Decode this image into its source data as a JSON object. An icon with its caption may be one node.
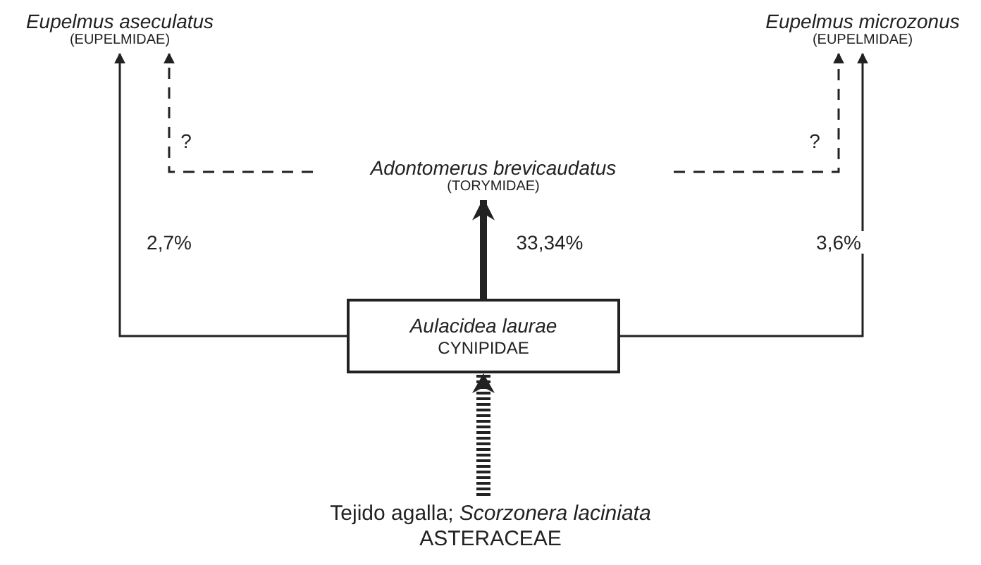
{
  "diagram": {
    "nodes": [
      {
        "text": [
          "Eupelmus aseculatus",
          "(EUPELMIDAE)"
        ]
      },
      {
        "text": [
          "Eupelmus microzonus",
          "(EUPELMIDAE)"
        ]
      },
      {
        "text": [
          "Adontomerus brevicaudatus",
          "(TORYMIDAE)"
        ]
      },
      {
        "text": [
          "Aulacidea laurae",
          "CYNIPIDAE"
        ]
      },
      {
        "text": [
          "Tejido agalla; *Scorzonera laciniata*",
          "ASTERACEAE"
        ]
      }
    ],
    "edges": [
      {
        "from": 3,
        "to": 0,
        "arrow": "to",
        "label": "2,7%"
      },
      {
        "from": 3,
        "to": 1,
        "arrow": "to",
        "label": "3,6%"
      },
      {
        "from": 3,
        "to": 2,
        "arrow": "to",
        "label": "33,34%",
        "style": "thick"
      },
      {
        "from": 4,
        "to": 3,
        "arrow": "to",
        "style": "dashed"
      },
      {
        "from": 2,
        "to": 0,
        "arrow": "to",
        "label": "?",
        "style": "dashed"
      },
      {
        "from": 2,
        "to": 1,
        "arrow": "to",
        "label": "?",
        "style": "dashed"
      }
    ]
  }
}
